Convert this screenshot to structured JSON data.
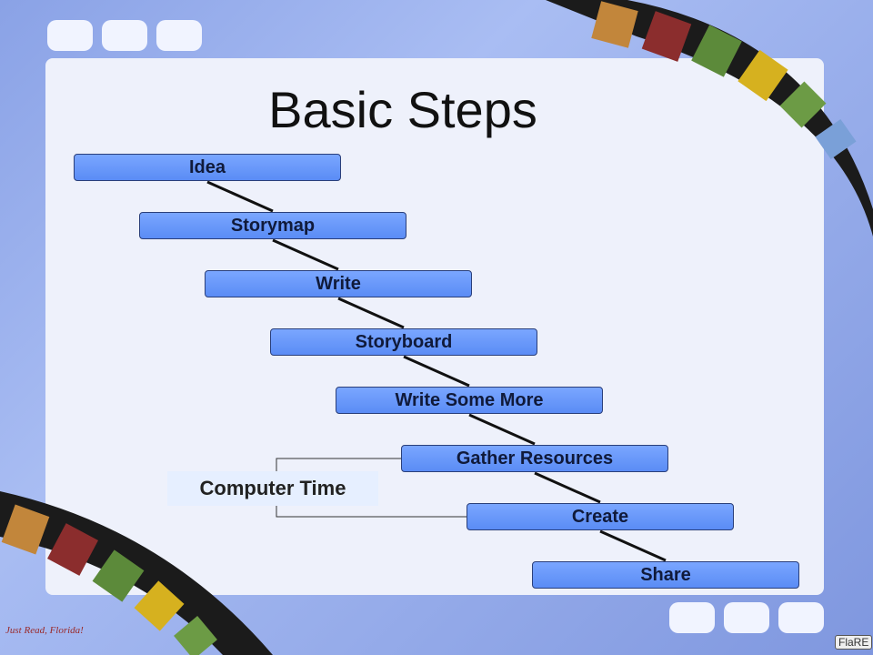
{
  "title": "Basic Steps",
  "steps": [
    {
      "label": "Idea"
    },
    {
      "label": "Storymap"
    },
    {
      "label": "Write"
    },
    {
      "label": "Storyboard"
    },
    {
      "label": "Write Some More"
    },
    {
      "label": "Gather Resources"
    },
    {
      "label": "Create"
    },
    {
      "label": "Share"
    }
  ],
  "bracket_label": "Computer Time",
  "logos": {
    "left": "Just Read, Florida!",
    "right": "FlaRE"
  },
  "colors": {
    "box_fill": "#6b9aff",
    "box_border": "#2a3f7a",
    "background": "#8aa2e6",
    "panel": "#eef1fb"
  }
}
